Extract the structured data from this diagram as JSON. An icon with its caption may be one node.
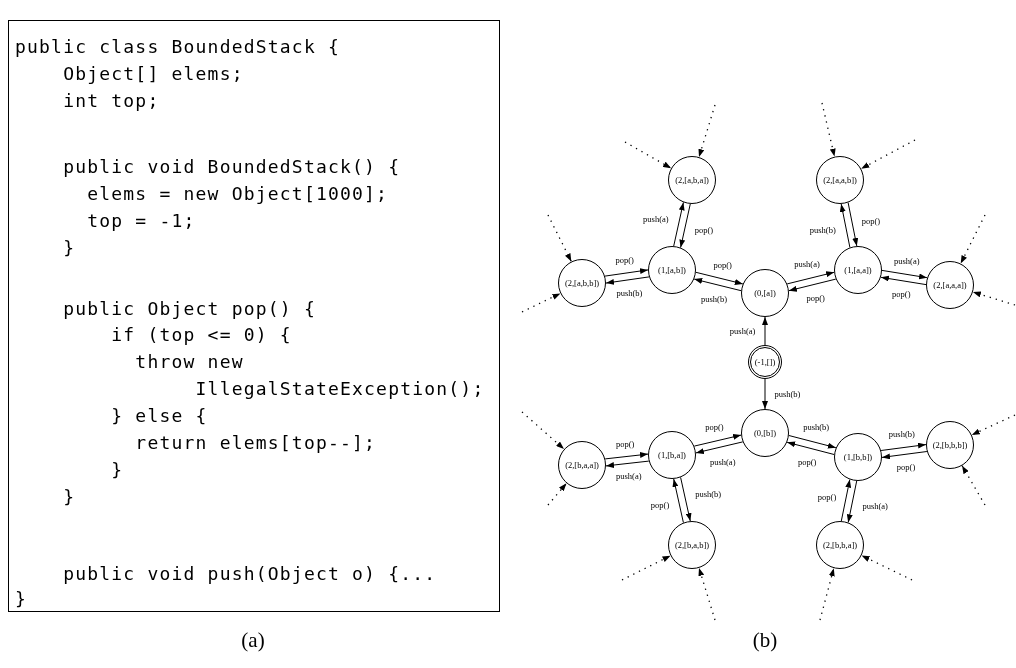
{
  "diagram": {
    "nodes": [
      {
        "text": [
          "public class BoundedStack {",
          "    Object[] elems;",
          "    int top;",
          "    public void BoundedStack() {",
          "      elems = new Object[1000];",
          "      top = -1;",
          "    }",
          "    public Object pop() {",
          "        if (top <= 0) {",
          "          throw new",
          "               IllegalStateException();",
          "        } else {",
          "          return elems[top--];",
          "        }",
          "    }",
          "    public void push(Object o) {...",
          "}"
        ]
      },
      {
        "text": [
          "(2,[a,b,a])"
        ]
      },
      {
        "text": [
          "(2,[a,a,b])"
        ]
      },
      {
        "text": [
          "(2,[a,b,b])"
        ]
      },
      {
        "text": [
          "(1,[a,b])"
        ]
      },
      {
        "text": [
          "(0,[a])"
        ]
      },
      {
        "text": [
          "(1,[a,a])"
        ]
      },
      {
        "text": [
          "(2,[a,a,a])"
        ]
      },
      {
        "text": [
          "(-1,[])"
        ]
      },
      {
        "text": [
          "(2,[b,a,a])"
        ]
      },
      {
        "text": [
          "(1,[b,a])"
        ]
      },
      {
        "text": [
          "(0,[b])"
        ]
      },
      {
        "text": [
          "(1,[b,b])"
        ]
      },
      {
        "text": [
          "(2,[b,b,b])"
        ]
      },
      {
        "text": [
          "(2,[b,a,b])"
        ]
      },
      {
        "text": [
          "(2,[b,b,a])"
        ]
      }
    ],
    "edges": [
      {
        "from": 8,
        "to": 5,
        "arrow": "to",
        "label": "push(a)"
      },
      {
        "from": 8,
        "to": 11,
        "arrow": "to",
        "label": "push(b)"
      },
      {
        "from": 4,
        "to": 5,
        "arrow": "to",
        "label": "pop()"
      },
      {
        "from": 5,
        "to": 4,
        "arrow": "to",
        "label": "push(b)"
      },
      {
        "from": 4,
        "to": 1,
        "arrow": "to",
        "label": "push(a)"
      },
      {
        "from": 1,
        "to": 4,
        "arrow": "to",
        "label": "pop()"
      },
      {
        "from": 3,
        "to": 4,
        "arrow": "to",
        "label": "pop()"
      },
      {
        "from": 4,
        "to": 3,
        "arrow": "to",
        "label": "push(b)"
      },
      {
        "from": 5,
        "to": 6,
        "arrow": "to",
        "label": "push(a)"
      },
      {
        "from": 6,
        "to": 5,
        "arrow": "to",
        "label": "pop()"
      },
      {
        "from": 6,
        "to": 2,
        "arrow": "to",
        "label": "push(b)"
      },
      {
        "from": 2,
        "to": 6,
        "arrow": "to",
        "label": "pop()"
      },
      {
        "from": 6,
        "to": 7,
        "arrow": "to",
        "label": "push(a)"
      },
      {
        "from": 7,
        "to": 6,
        "arrow": "to",
        "label": "pop()"
      },
      {
        "from": 9,
        "to": 10,
        "arrow": "to",
        "label": "pop()"
      },
      {
        "from": 10,
        "to": 9,
        "arrow": "to",
        "label": "push(a)"
      },
      {
        "from": 10,
        "to": 11,
        "arrow": "to",
        "label": "pop()"
      },
      {
        "from": 11,
        "to": 10,
        "arrow": "to",
        "label": "push(a)"
      },
      {
        "from": 14,
        "to": 10,
        "arrow": "to",
        "label": "pop()"
      },
      {
        "from": 10,
        "to": 14,
        "arrow": "to",
        "label": "push(b)"
      },
      {
        "from": 11,
        "to": 12,
        "arrow": "to",
        "label": "push(b)"
      },
      {
        "from": 12,
        "to": 11,
        "arrow": "to",
        "label": "pop()"
      },
      {
        "from": 12,
        "to": 13,
        "arrow": "to",
        "label": "push(b)"
      },
      {
        "from": 13,
        "to": 12,
        "arrow": "to",
        "label": "pop()"
      },
      {
        "from": 15,
        "to": 12,
        "arrow": "to",
        "label": "pop()"
      },
      {
        "from": 12,
        "to": 15,
        "arrow": "to",
        "label": "push(a)"
      },
      {
        "from": null,
        "to": 1,
        "arrow": "to",
        "style": "dashed"
      },
      {
        "from": null,
        "to": 1,
        "arrow": "to",
        "style": "dashed"
      },
      {
        "from": null,
        "to": 2,
        "arrow": "to",
        "style": "dashed"
      },
      {
        "from": null,
        "to": 2,
        "arrow": "to",
        "style": "dashed"
      },
      {
        "from": null,
        "to": 3,
        "arrow": "to",
        "style": "dashed"
      },
      {
        "from": null,
        "to": 3,
        "arrow": "to",
        "style": "dashed"
      },
      {
        "from": null,
        "to": 7,
        "arrow": "to",
        "style": "dashed"
      },
      {
        "from": null,
        "to": 7,
        "arrow": "to",
        "style": "dashed"
      },
      {
        "from": null,
        "to": 9,
        "arrow": "to",
        "style": "dashed"
      },
      {
        "from": null,
        "to": 9,
        "arrow": "to",
        "style": "dashed"
      },
      {
        "from": null,
        "to": 14,
        "arrow": "to",
        "style": "dashed"
      },
      {
        "from": null,
        "to": 14,
        "arrow": "to",
        "style": "dashed"
      },
      {
        "from": null,
        "to": 13,
        "arrow": "to",
        "style": "dashed"
      },
      {
        "from": null,
        "to": 13,
        "arrow": "to",
        "style": "dashed"
      },
      {
        "from": null,
        "to": 15,
        "arrow": "to",
        "style": "dashed"
      },
      {
        "from": null,
        "to": 15,
        "arrow": "to",
        "style": "dashed"
      }
    ],
    "labels": [
      "(a)",
      "(b)"
    ]
  }
}
